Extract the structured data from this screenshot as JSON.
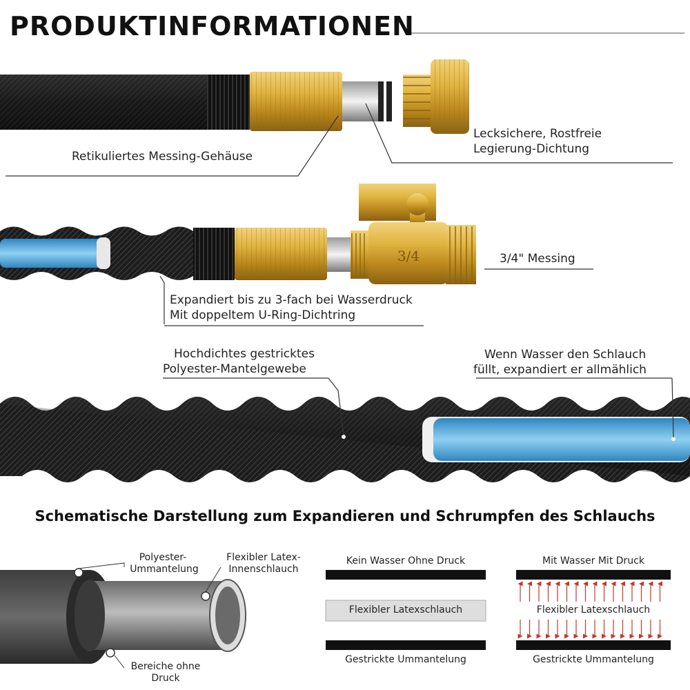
{
  "title": "PRODUKTINFORMATIONEN",
  "labels": {
    "brass_housing": "Retikuliertes Messing-Gehäuse",
    "seal_line1": "Lecksichere, Rostfreie",
    "seal_line2": "Legierung-Dichtung",
    "brass_size": "3/4\" Messing",
    "expand_line1": "Expandiert bis zu 3-fach bei Wasserdruck",
    "expand_line2": "Mit doppeltem U-Ring-Dichtring",
    "fabric_line1": "Hochdichtes gestricktes",
    "fabric_line2": "Polyester-Mantelgewebe",
    "water_line1": "Wenn Wasser den Schlauch",
    "water_line2": "füllt, expandiert er allmählich"
  },
  "valve_mark": "3/4",
  "schematic": {
    "heading": "Schematische Darstellung zum Expandieren und Schrumpfen des Schlauchs",
    "poly_line1": "Polyester-",
    "poly_line2": "Ummantelung",
    "latex_line1": "Flexibler Latex-",
    "latex_line2": "Innenschlauch",
    "area_line1": "Bereiche ohne",
    "area_line2": "Druck",
    "panel_left": {
      "top": "Kein Wasser Ohne Druck",
      "middle": "Flexibler Latexschlauch",
      "bottom": "Gestrickte Ummantelung"
    },
    "panel_right": {
      "top": "Mit Wasser Mit Druck",
      "middle": "Flexibler Latexschlauch",
      "bottom": "Gestrickte Ummantelung"
    }
  },
  "colors": {
    "brass": "#d4a72c",
    "hose_black": "#1b1b1b",
    "latex_blue": "#4fa9dd",
    "arrow_red": "#c0392b"
  }
}
